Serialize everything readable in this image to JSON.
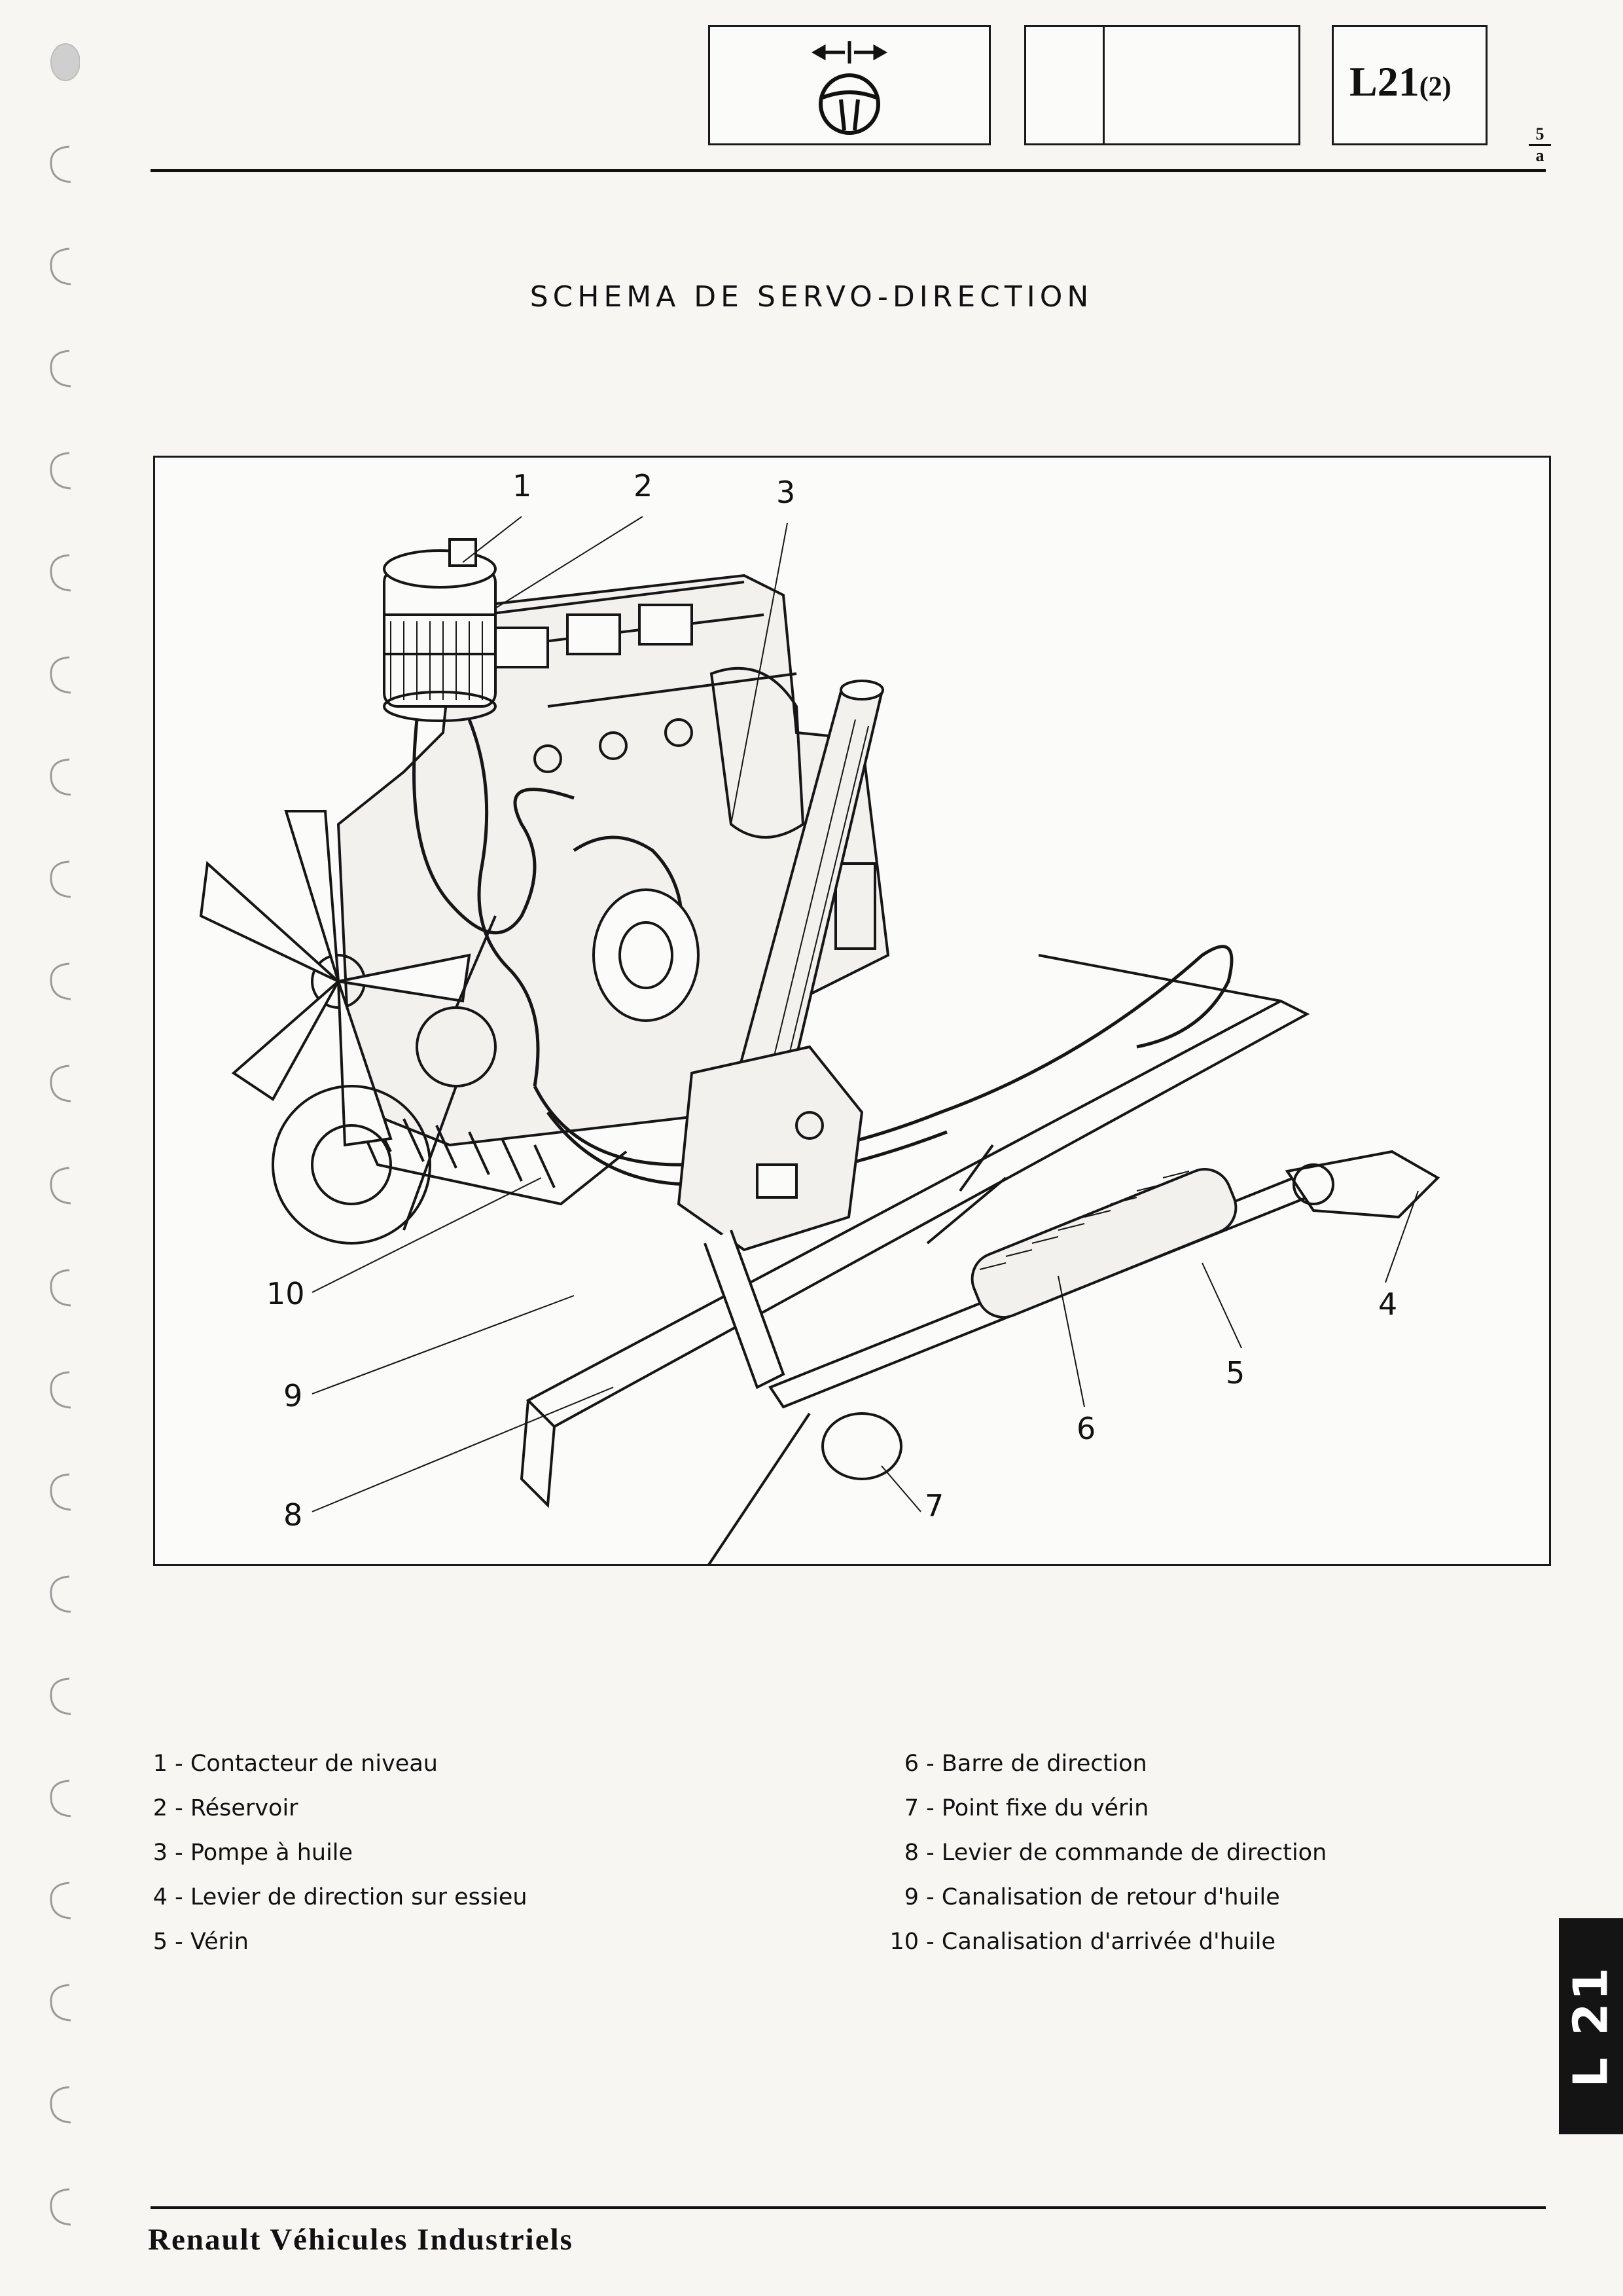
{
  "header": {
    "sheet_code": "L21",
    "sheet_variant": "(2)",
    "page_number": "5",
    "page_suffix": "a"
  },
  "title": "SCHEMA DE SERVO-DIRECTION",
  "figure": {
    "callouts": [
      "1",
      "2",
      "3",
      "4",
      "5",
      "6",
      "7",
      "8",
      "9",
      "10"
    ]
  },
  "legend": {
    "left": [
      {
        "n": "1",
        "text": "Contacteur de niveau"
      },
      {
        "n": "2",
        "text": "Réservoir"
      },
      {
        "n": "3",
        "text": "Pompe à huile"
      },
      {
        "n": "4",
        "text": "Levier de direction sur essieu"
      },
      {
        "n": "5",
        "text": "Vérin"
      }
    ],
    "right": [
      {
        "n": "6",
        "text": "Barre de direction"
      },
      {
        "n": "7",
        "text": "Point fixe du vérin"
      },
      {
        "n": "8",
        "text": "Levier de commande de direction"
      },
      {
        "n": "9",
        "text": "Canalisation de retour d'huile"
      },
      {
        "n": "10",
        "text": "Canalisation d'arrivée d'huile"
      }
    ]
  },
  "side_tab": "L 21",
  "footer": "Renault Véhicules Industriels",
  "icons": [
    "steering-wheel-icon",
    "left-right-arrows-icon"
  ]
}
